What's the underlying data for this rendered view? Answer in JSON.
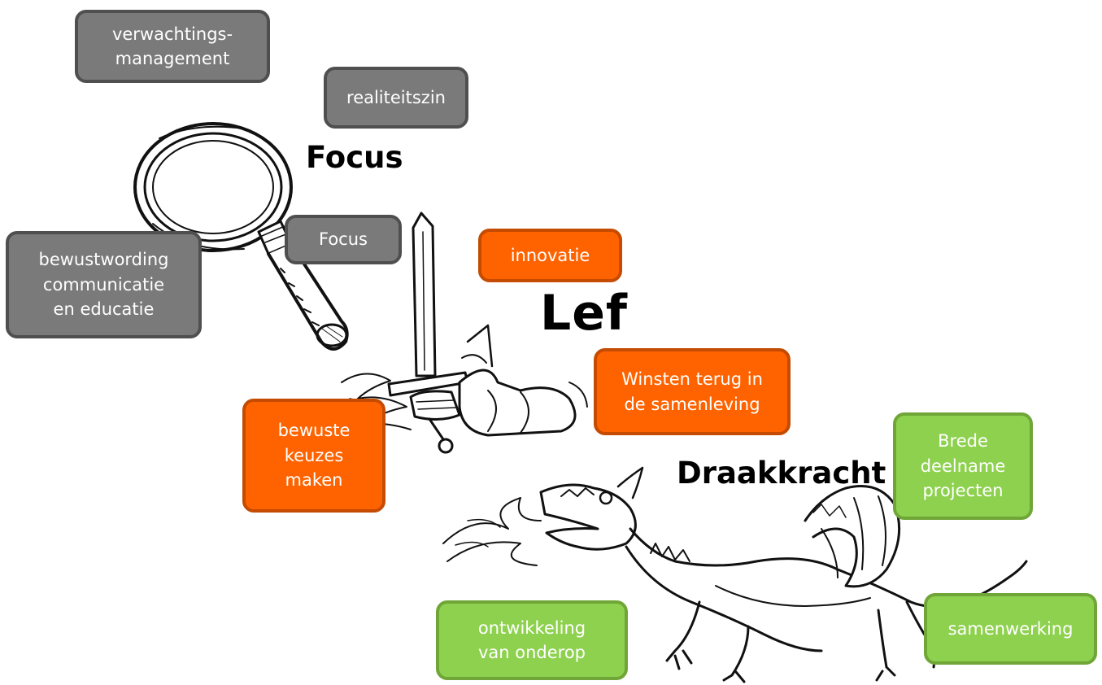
{
  "headings": {
    "focus": "Focus",
    "lef": "Lef",
    "draakkracht": "Draakkracht"
  },
  "focus_boxes": [
    "verwachtings-\nmanagement",
    "realiteitszin",
    "Focus",
    "bewustwording\ncommunicatie\nen educatie"
  ],
  "lef_boxes": [
    "innovatie",
    "Winsten terug in\nde samenleving",
    "bewuste\nkeuzes\nmaken"
  ],
  "draak_boxes": [
    "Brede\ndeelname\nprojecten",
    "samenwerking",
    "ontwikkeling\nvan onderop"
  ],
  "colors": {
    "focus": "#7a7a7a",
    "lef": "#fe6300",
    "draakkracht": "#8ed14f"
  },
  "illustrations": [
    "magnifier-icon",
    "knight-sword-icon",
    "dragon-icon"
  ]
}
